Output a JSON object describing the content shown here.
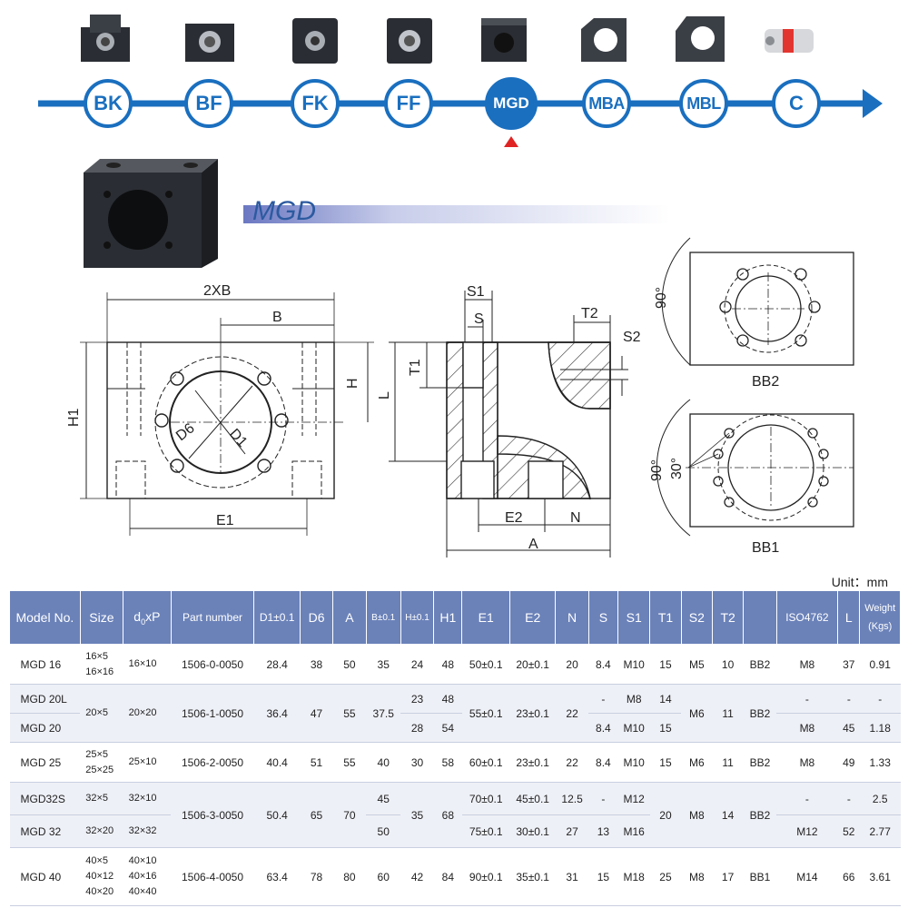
{
  "nav": {
    "items": [
      {
        "label": "BK"
      },
      {
        "label": "BF"
      },
      {
        "label": "FK"
      },
      {
        "label": "FF"
      },
      {
        "label": "MGD"
      },
      {
        "label": "MBA"
      },
      {
        "label": "MBL"
      },
      {
        "label": "C"
      }
    ],
    "active_index": 4,
    "line_color": "#1a6fbf",
    "marker_color": "#e02424"
  },
  "product": {
    "title": "MGD"
  },
  "drawing": {
    "labels": {
      "xb": "2XB",
      "b": "B",
      "h": "H",
      "h1": "H1",
      "d6": "D6",
      "d1": "D1",
      "e1": "E1",
      "s1": "S1",
      "s": "S",
      "t1": "T1",
      "t2": "T2",
      "s2": "S2",
      "l": "L",
      "e2": "E2",
      "n": "N",
      "a": "A",
      "bb2": "BB2",
      "bb1": "BB1",
      "deg90a": "90°",
      "deg90b": "90°",
      "deg30": "30°"
    }
  },
  "table": {
    "unit": "Unit：mm",
    "headers": [
      "Model No.",
      "Size",
      "d0xP",
      "Part number",
      "D1±0.1",
      "D6",
      "A",
      "B±0.1",
      "H±0.1",
      "H1",
      "E1",
      "E2",
      "N",
      "S",
      "S1",
      "T1",
      "S2",
      "T2",
      "",
      "ISO4762",
      "L",
      "Weight (Kgs)"
    ],
    "d0xp_parts": {
      "pre": "d",
      "sub": "0",
      "post": "xP"
    },
    "header_color": "#6b82b9",
    "rows": {
      "mgd16": {
        "model": "MGD 16",
        "size_1": "16×5",
        "size_2": "16×16",
        "dxp": "16×10",
        "part": "1506-0-0050",
        "d1": "28.4",
        "d6": "38",
        "a": "50",
        "b": "35",
        "h": "24",
        "h1": "48",
        "e1": "50±0.1",
        "e2": "20±0.1",
        "n": "20",
        "s": "8.4",
        "s1": "M10",
        "t1": "15",
        "s2": "M5",
        "t2": "10",
        "bb": "BB2",
        "iso": "M8",
        "l": "37",
        "w": "0.91"
      },
      "mgd20l": {
        "model": "MGD 20L",
        "h": "23",
        "h1": "48",
        "s": "-",
        "s1": "M8",
        "t1": "14",
        "iso": "-",
        "l": "-",
        "w": "-"
      },
      "mgd20": {
        "model": "MGD 20",
        "h": "28",
        "h1": "54",
        "s": "8.4",
        "s1": "M10",
        "t1": "15",
        "iso": "M8",
        "l": "45",
        "w": "1.18"
      },
      "mgd20group": {
        "size": "20×5",
        "dxp": "20×20",
        "part": "1506-1-0050",
        "d1": "36.4",
        "d6": "47",
        "a": "55",
        "b": "37.5",
        "e1": "55±0.1",
        "e2": "23±0.1",
        "n": "22",
        "s2": "M6",
        "t2": "11",
        "bb": "BB2"
      },
      "mgd25": {
        "model": "MGD 25",
        "size_1": "25×5",
        "size_2": "25×25",
        "dxp": "25×10",
        "part": "1506-2-0050",
        "d1": "40.4",
        "d6": "51",
        "a": "55",
        "b": "40",
        "h": "30",
        "h1": "58",
        "e1": "60±0.1",
        "e2": "23±0.1",
        "n": "22",
        "s": "8.4",
        "s1": "M10",
        "t1": "15",
        "s2": "M6",
        "t2": "11",
        "bb": "BB2",
        "iso": "M8",
        "l": "49",
        "w": "1.33"
      },
      "mgd32s": {
        "model": "MGD32S",
        "size": "32×5",
        "dxp": "32×10",
        "b": "45",
        "e1": "70±0.1",
        "e2": "45±0.1",
        "n": "12.5",
        "s": "-",
        "s1": "M12",
        "iso": "-",
        "l": "-",
        "w": "2.5"
      },
      "mgd32": {
        "model": "MGD 32",
        "size": "32×20",
        "dxp": "32×32",
        "b": "50",
        "e1": "75±0.1",
        "e2": "30±0.1",
        "n": "27",
        "s": "13",
        "s1": "M16",
        "iso": "M12",
        "l": "52",
        "w": "2.77"
      },
      "mgd32group": {
        "part": "1506-3-0050",
        "d1": "50.4",
        "d6": "65",
        "a": "70",
        "h": "35",
        "h1": "68",
        "t1": "20",
        "s2": "M8",
        "t2": "14",
        "bb": "BB2"
      },
      "mgd40": {
        "model": "MGD 40",
        "size_1": "40×5",
        "size_2": "40×12",
        "size_3": "40×20",
        "dxp_1": "40×10",
        "dxp_2": "40×16",
        "dxp_3": "40×40",
        "part": "1506-4-0050",
        "d1": "63.4",
        "d6": "78",
        "a": "80",
        "b": "60",
        "h": "42",
        "h1": "84",
        "e1": "90±0.1",
        "e2": "35±0.1",
        "n": "31",
        "s": "15",
        "s1": "M18",
        "t1": "25",
        "s2": "M8",
        "t2": "17",
        "bb": "BB1",
        "iso": "M14",
        "l": "66",
        "w": "3.61"
      }
    }
  }
}
